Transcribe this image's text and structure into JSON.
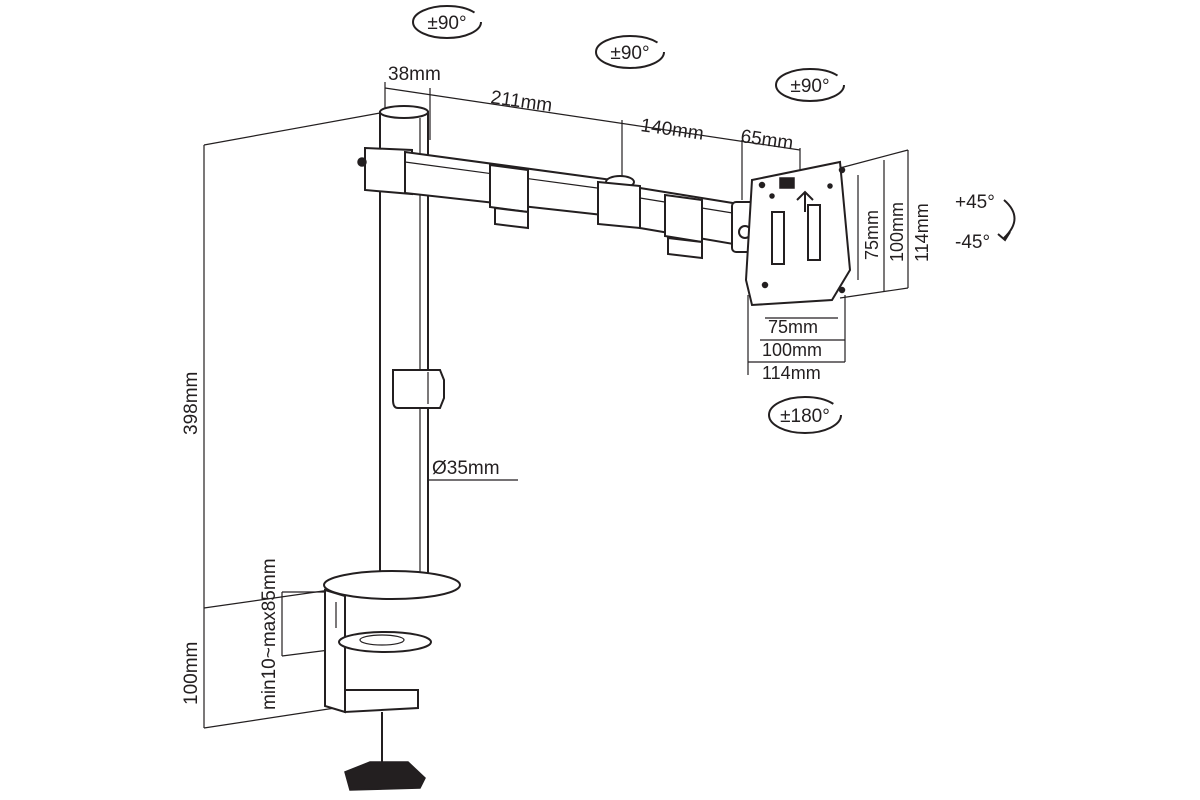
{
  "rotations": {
    "pole_top": "±90°",
    "arm_joint": "±90°",
    "head_tilt_top": "±90°",
    "tilt_up": "+45°",
    "tilt_down": "-45°",
    "plate_rotate": "±180°"
  },
  "dimensions": {
    "pole_width": "38mm",
    "arm_first": "211mm",
    "arm_second": "140mm",
    "head_offset": "65mm",
    "pole_height": "398mm",
    "pole_diameter": "Ø35mm",
    "clamp_height": "100mm",
    "desk_thickness": "min10~max85mm",
    "vesa_v1": "75mm",
    "vesa_v2": "100mm",
    "vesa_v3": "114mm",
    "vesa_h1": "75mm",
    "vesa_h2": "100mm",
    "vesa_h3": "114mm"
  }
}
